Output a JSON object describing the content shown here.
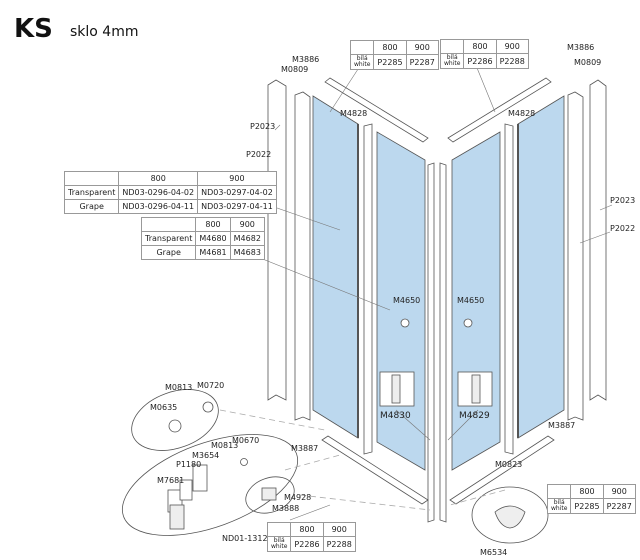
{
  "header": {
    "title": "KS",
    "subtitle": "sklo 4mm"
  },
  "tables": {
    "glass_codes": {
      "columns": [
        "",
        "800",
        "900"
      ],
      "rows": [
        {
          "label": "Transparent",
          "values": [
            "ND03-0296-04-02",
            "ND03-0297-04-02"
          ]
        },
        {
          "label": "Grape",
          "values": [
            "ND03-0296-04-11",
            "ND03-0297-04-11"
          ]
        }
      ]
    },
    "door_glass_codes": {
      "columns": [
        "",
        "800",
        "900"
      ],
      "rows": [
        {
          "label": "Transparent",
          "values": [
            "M4680",
            "M4682"
          ]
        },
        {
          "label": "Grape",
          "values": [
            "M4681",
            "M4683"
          ]
        }
      ]
    },
    "top_left": {
      "columns": [
        "",
        "800",
        "900"
      ],
      "row_label_cz": "bílá",
      "row_label_en": "white",
      "values": [
        "P2285",
        "P2287"
      ]
    },
    "top_right": {
      "columns": [
        "",
        "800",
        "900"
      ],
      "row_label_cz": "bílá",
      "row_label_en": "white",
      "values": [
        "P2286",
        "P2288"
      ]
    },
    "bottom_left": {
      "columns": [
        "",
        "800",
        "900"
      ],
      "row_label_cz": "bílá",
      "row_label_en": "white",
      "values": [
        "P2286",
        "P2288"
      ]
    },
    "bottom_right": {
      "columns": [
        "",
        "800",
        "900"
      ],
      "row_label_cz": "bílá",
      "row_label_en": "white",
      "values": [
        "P2285",
        "P2287"
      ]
    }
  },
  "part_labels": {
    "m3886_l": "M3886",
    "m0809_l": "M0809",
    "m4828_l": "M4828",
    "p2023_l": "P2023",
    "p2022_l": "P2022",
    "m3886_r": "M3886",
    "m0809_r": "M0809",
    "m4828_r": "M4828",
    "p2023_r": "P2023",
    "p2022_r": "P2022",
    "m4650_l": "M4650",
    "m4650_r": "M4650",
    "m4830": "M4830",
    "m4829": "M4829",
    "m3887_l": "M3887",
    "m3887_r": "M3887",
    "m0823": "M0823",
    "m6534": "M6534",
    "m0813_a": "M0813",
    "m0720": "M0720",
    "m0635": "M0635",
    "m0813_b": "M0813",
    "m0670": "M0670",
    "m3654": "M3654",
    "p1180": "P1180",
    "m7681": "M7681",
    "nd01": "ND01-1312",
    "m4928": "M4928",
    "m3888": "M3888"
  },
  "colors": {
    "glass": "#bcd8ee",
    "line": "#555555"
  }
}
